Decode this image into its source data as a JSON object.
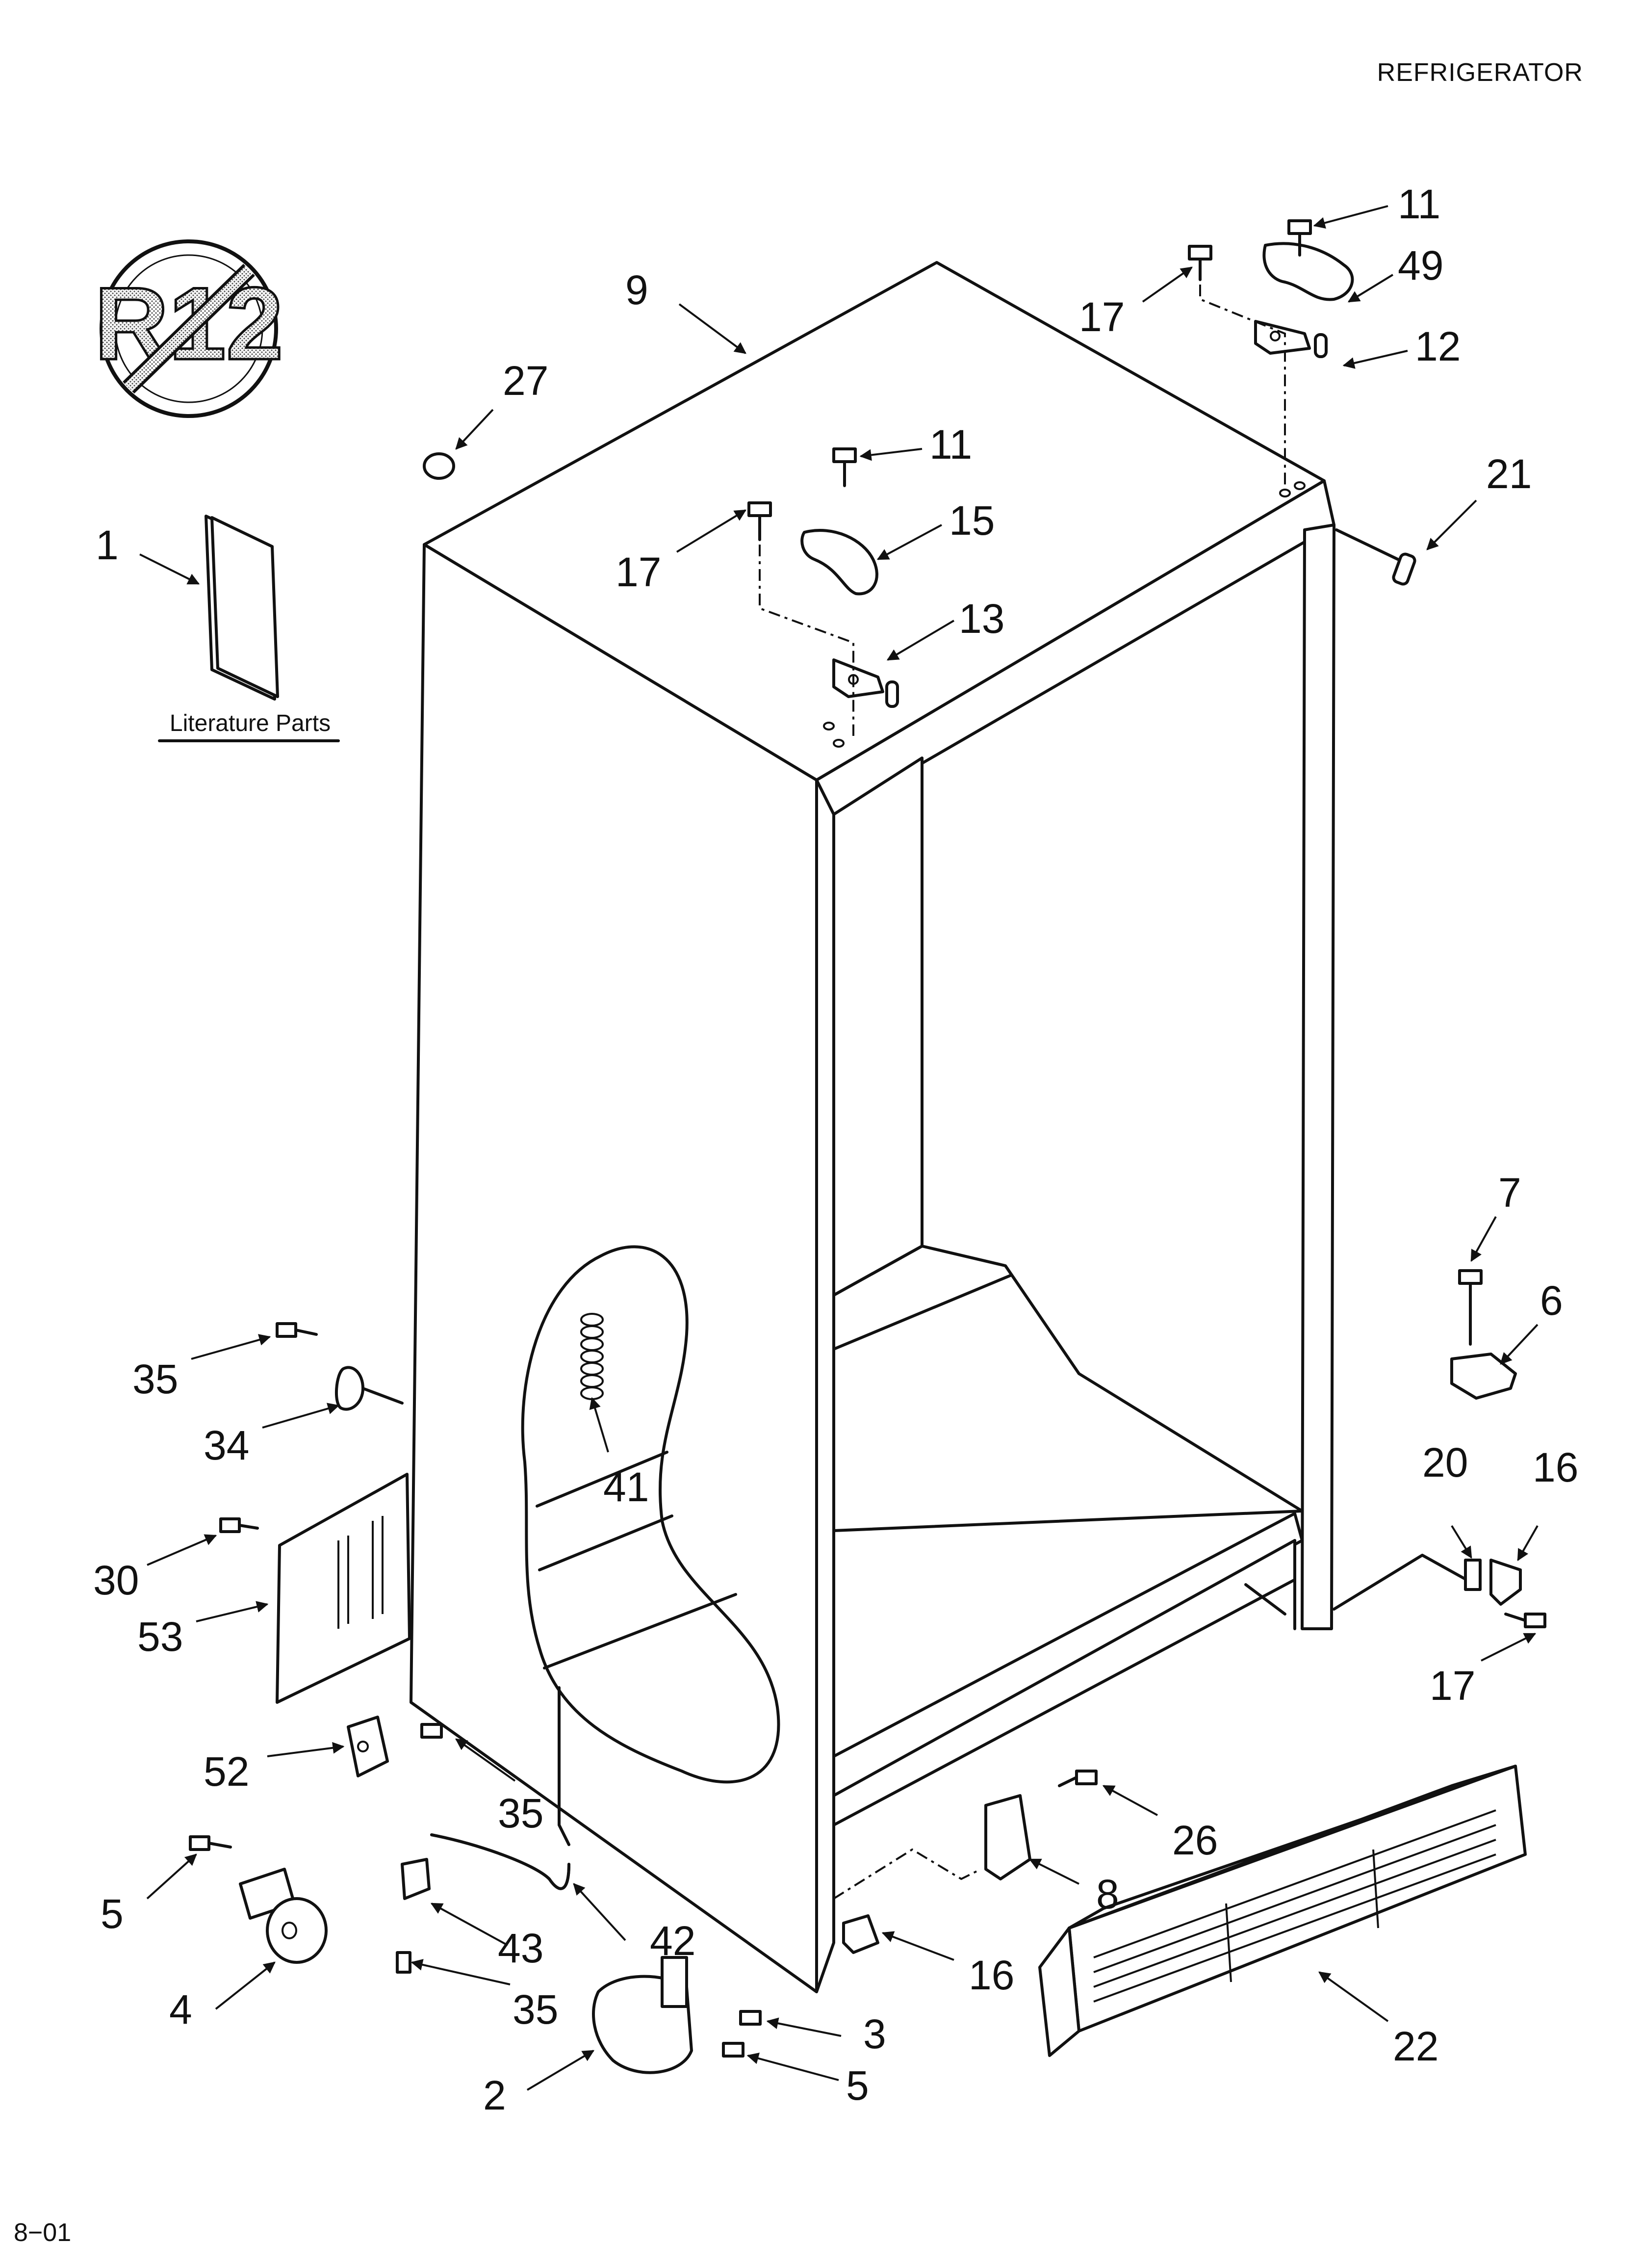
{
  "header": {
    "title": "REFRIGERATOR"
  },
  "footer": {
    "code": "8−01"
  },
  "badge": {
    "text": "R12",
    "icon": "no-r12-icon"
  },
  "literature": {
    "label": "Literature Parts"
  },
  "callouts": [
    "1",
    "2",
    "3",
    "4",
    "5",
    "5",
    "6",
    "7",
    "8",
    "9",
    "11",
    "11",
    "12",
    "13",
    "15",
    "16",
    "16",
    "17",
    "17",
    "17",
    "20",
    "21",
    "22",
    "26",
    "27",
    "30",
    "34",
    "35",
    "35",
    "35",
    "41",
    "42",
    "43",
    "49",
    "52",
    "53"
  ]
}
